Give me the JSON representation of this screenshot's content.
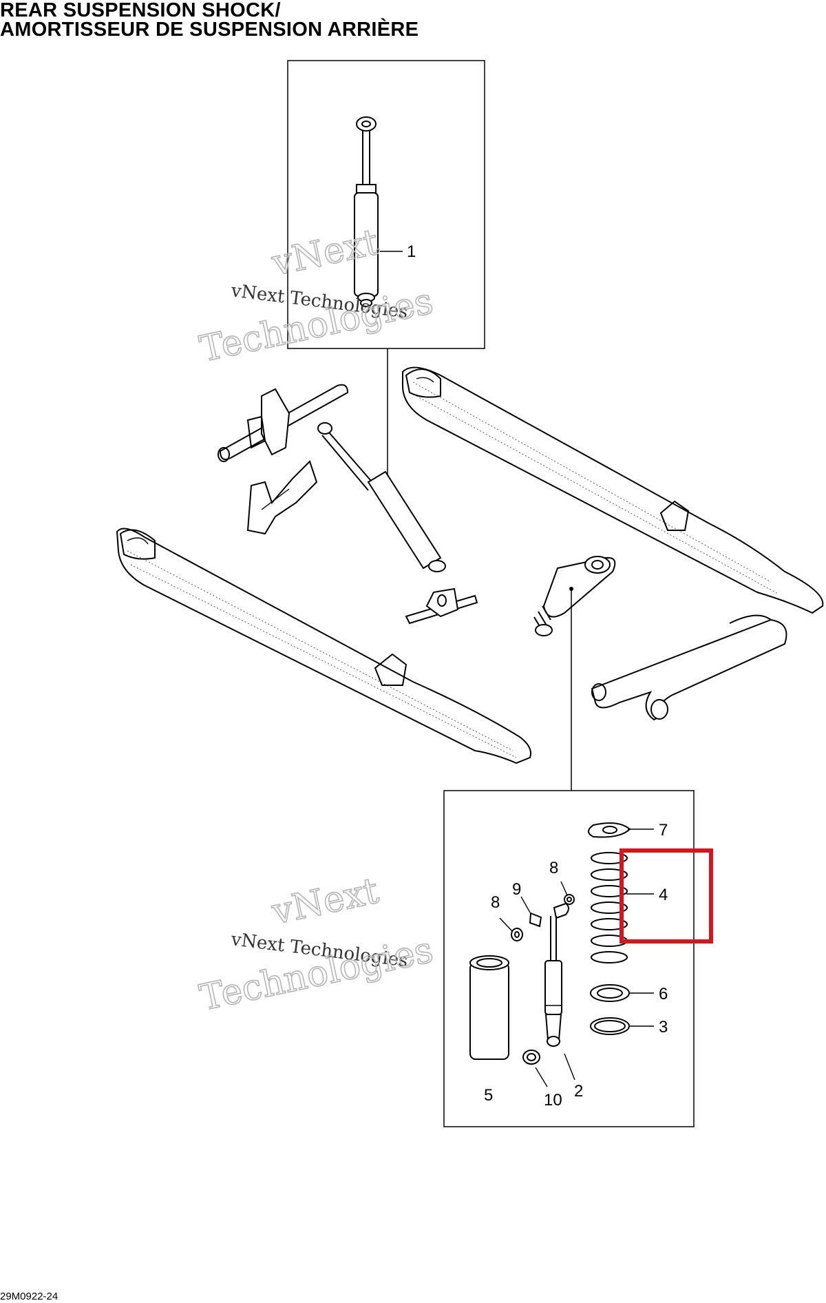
{
  "header": {
    "title_line1": "REAR SUSPENSION SHOCK/",
    "title_line2": "AMORTISSEUR DE SUSPENSION ARRIÈRE"
  },
  "watermark": {
    "line_small": "vNext Technologies",
    "line_big_1": "vNext",
    "line_big_2": "Technologies"
  },
  "callouts": {
    "c1": "1",
    "c2": "2",
    "c3": "3",
    "c4": "4",
    "c5": "5",
    "c6": "6",
    "c7": "7",
    "c8a": "8",
    "c8b": "8",
    "c9": "9",
    "c10": "10"
  },
  "highlight_color": "#d9151b",
  "footer": {
    "doc_id": "29M0922-24"
  }
}
